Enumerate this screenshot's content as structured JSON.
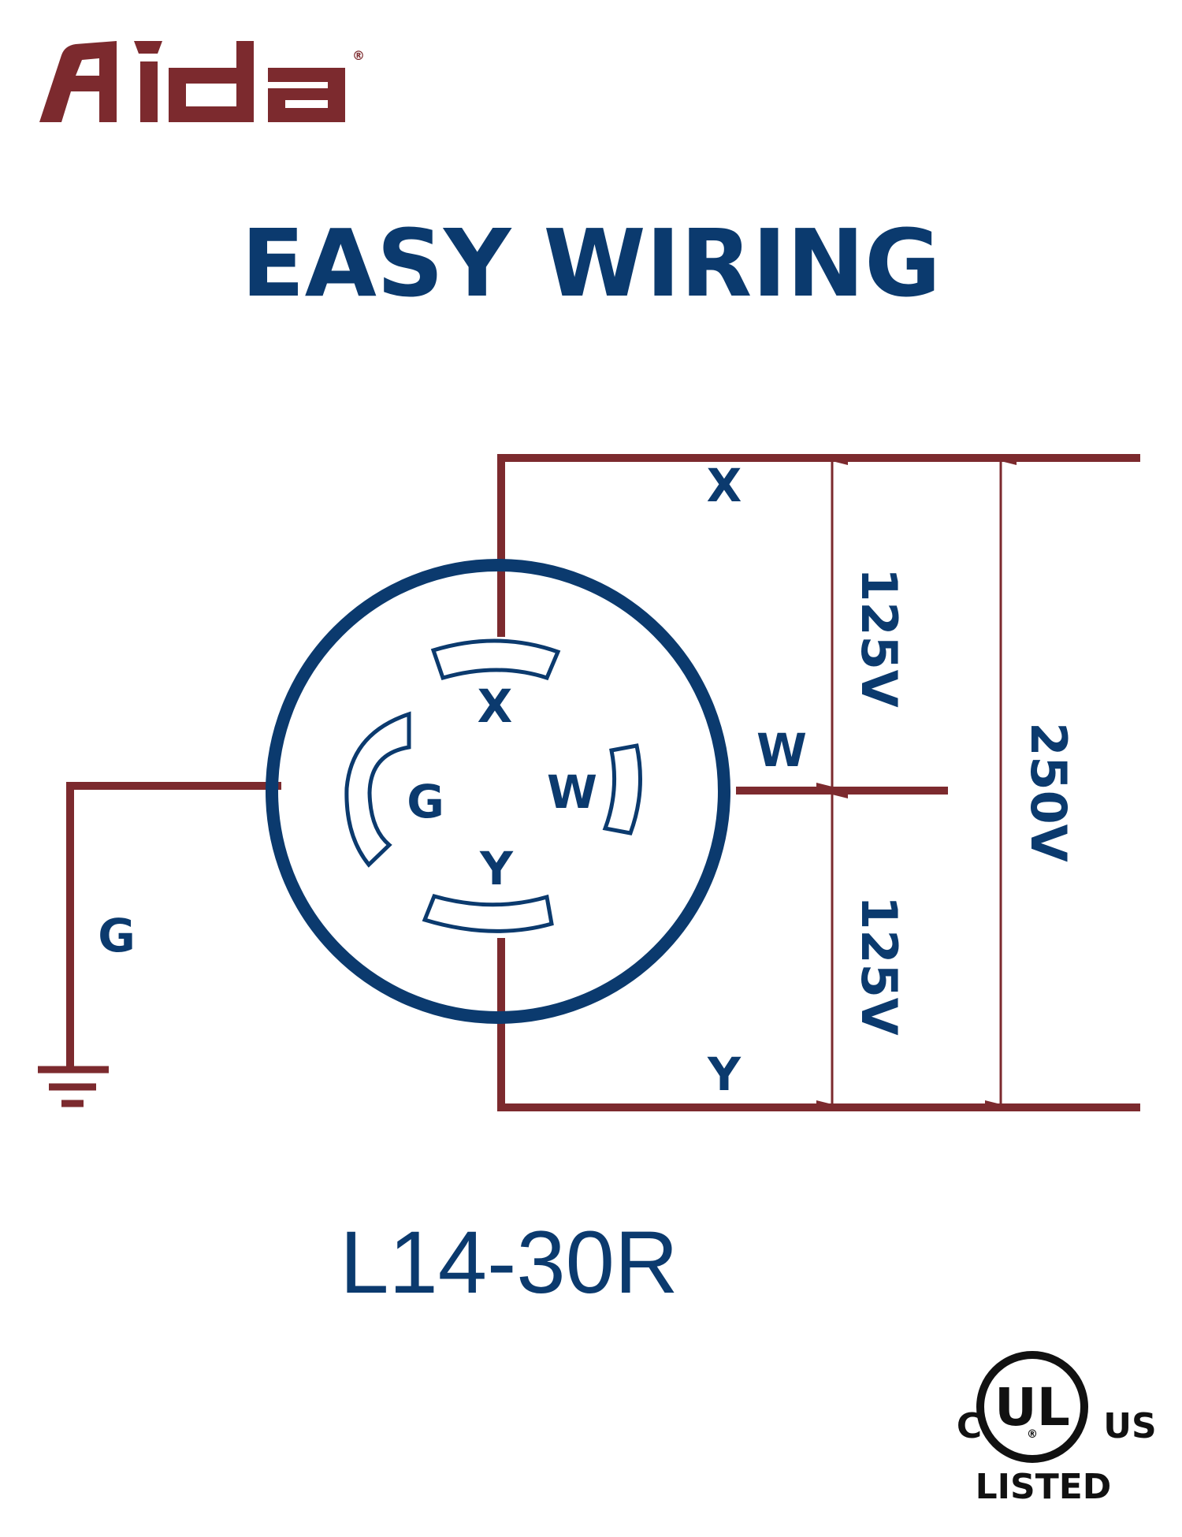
{
  "brand": {
    "logo_text": "Aida",
    "registered_mark": "®",
    "color": "#7c2a2e"
  },
  "title": "EASY WIRING",
  "model": "L14-30R",
  "colors": {
    "navy": "#0b3a6e",
    "wire": "#7c2a2e"
  },
  "receptacle": {
    "slots": [
      {
        "label": "X"
      },
      {
        "label": "G"
      },
      {
        "label": "W"
      },
      {
        "label": "Y"
      }
    ]
  },
  "wiring": {
    "x_label": "X",
    "w_label": "W",
    "y_label": "Y",
    "g_label": "G",
    "voltage_upper": "125V",
    "voltage_lower": "125V",
    "voltage_total": "250V",
    "ground_icon": "ground-symbol-icon"
  },
  "certification": {
    "prefix": "C",
    "mark": "UL",
    "suffix": "US",
    "registered_mark": "®",
    "status": "LISTED"
  }
}
